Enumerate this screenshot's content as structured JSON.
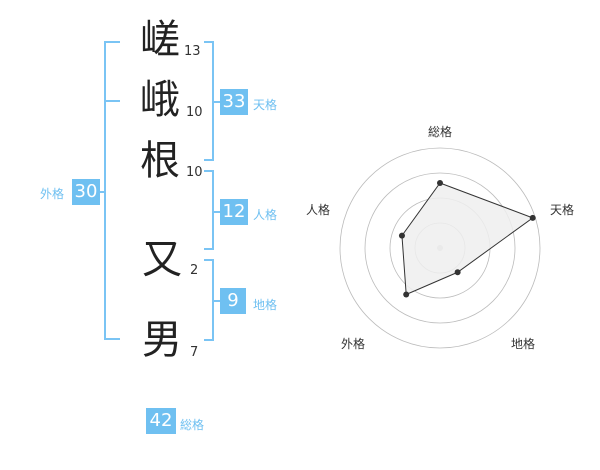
{
  "name": {
    "chars": [
      {
        "char": "嵯",
        "strokes": "13"
      },
      {
        "char": "峨",
        "strokes": "10"
      },
      {
        "char": "根",
        "strokes": "10"
      },
      {
        "char": "又",
        "strokes": "2"
      },
      {
        "char": "男",
        "strokes": "7"
      }
    ]
  },
  "kakusu": {
    "gaikaku": {
      "value": "30",
      "label": "外格"
    },
    "tenkaku": {
      "value": "33",
      "label": "天格"
    },
    "jinkaku": {
      "value": "12",
      "label": "人格"
    },
    "chikaku": {
      "value": "9",
      "label": "地格"
    },
    "soukaku": {
      "value": "42",
      "label": "総格"
    }
  },
  "chart_data": {
    "type": "radar",
    "axes": [
      "総格",
      "天格",
      "地格",
      "外格",
      "人格"
    ],
    "levels": 4,
    "values": [
      2.6,
      3.9,
      1.2,
      2.3,
      1.6
    ],
    "max": 4,
    "fill_color": "#eeeeee",
    "line_color": "#333333"
  }
}
